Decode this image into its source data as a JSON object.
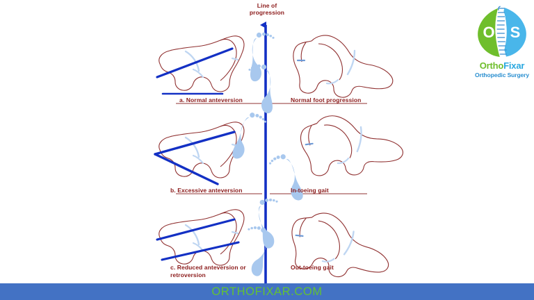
{
  "figure": {
    "title_top": "Line of\nprogression",
    "axis_label": "Line of progression",
    "panels": [
      {
        "id": "a",
        "row": 1,
        "side": "left",
        "label": "a.  Normal anteversion"
      },
      {
        "id": "normal-foot",
        "row": 1,
        "side": "right",
        "label": "Normal foot progression"
      },
      {
        "id": "b",
        "row": 2,
        "side": "left",
        "label": "b.  Excessive anteversion"
      },
      {
        "id": "in-toeing",
        "row": 2,
        "side": "right",
        "label": "In-toeing gait"
      },
      {
        "id": "c",
        "row": 3,
        "side": "left",
        "label": "c.  Reduced anteversion or\nretroversion"
      },
      {
        "id": "out-toeing",
        "row": 3,
        "side": "right",
        "label": "Out-toeing gait"
      }
    ],
    "colors": {
      "bone_outline": "#8f2f2f",
      "angle_line": "#1330c4",
      "progression_axis": "#1330c4",
      "footprint": "#a8c8ee",
      "caption": "#8b1a1a",
      "separator": "#8f3030",
      "background": "#ffffff"
    }
  },
  "banner": {
    "text": "ORTHOFIXAR.COM",
    "background": "#4372c4",
    "text_color": "#63c233"
  },
  "logo": {
    "wordmark_part1": "Ortho",
    "wordmark_part2": "Fixar",
    "tagline": "Orthopedic Surgery",
    "left_letter": "O",
    "right_letter": "S",
    "leaf_left_color": "#6fbe2c",
    "leaf_right_color": "#49b6ea"
  }
}
